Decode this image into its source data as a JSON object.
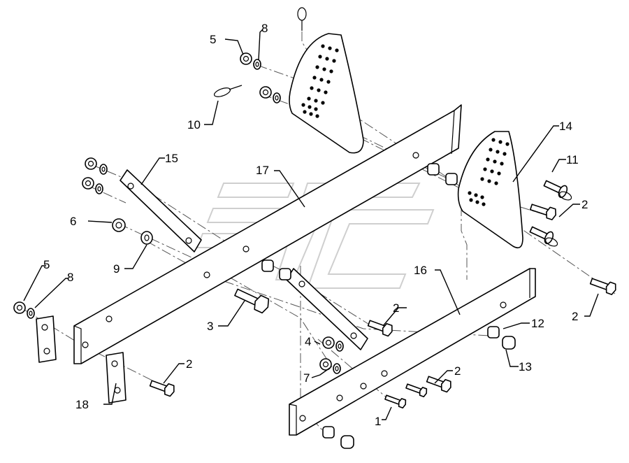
{
  "diagram": {
    "callouts": [
      {
        "id": "c5a",
        "text": "5"
      },
      {
        "id": "c8a",
        "text": "8"
      },
      {
        "id": "c10",
        "text": "10"
      },
      {
        "id": "c15",
        "text": "15"
      },
      {
        "id": "c17",
        "text": "17"
      },
      {
        "id": "c14",
        "text": "14"
      },
      {
        "id": "c11",
        "text": "11"
      },
      {
        "id": "c2a",
        "text": "2"
      },
      {
        "id": "c6",
        "text": "6"
      },
      {
        "id": "c9",
        "text": "9"
      },
      {
        "id": "c16",
        "text": "16"
      },
      {
        "id": "c5b",
        "text": "5"
      },
      {
        "id": "c8b",
        "text": "8"
      },
      {
        "id": "c2b",
        "text": "2"
      },
      {
        "id": "c3",
        "text": "3"
      },
      {
        "id": "c2c",
        "text": "2"
      },
      {
        "id": "c4",
        "text": "4"
      },
      {
        "id": "c12",
        "text": "12"
      },
      {
        "id": "c13",
        "text": "13"
      },
      {
        "id": "c7",
        "text": "7"
      },
      {
        "id": "c2d",
        "text": "2"
      },
      {
        "id": "c18",
        "text": "18"
      },
      {
        "id": "c2e",
        "text": "2"
      },
      {
        "id": "c1",
        "text": "1"
      }
    ]
  }
}
